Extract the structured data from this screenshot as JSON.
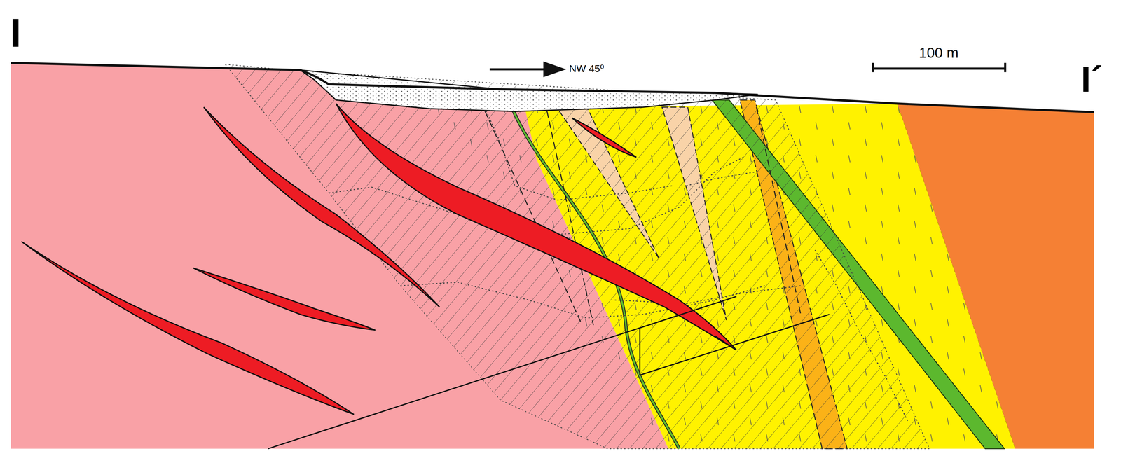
{
  "diagram": {
    "labels": [
      "I",
      "NW 45⁰",
      "100 m",
      "I´"
    ]
  }
}
